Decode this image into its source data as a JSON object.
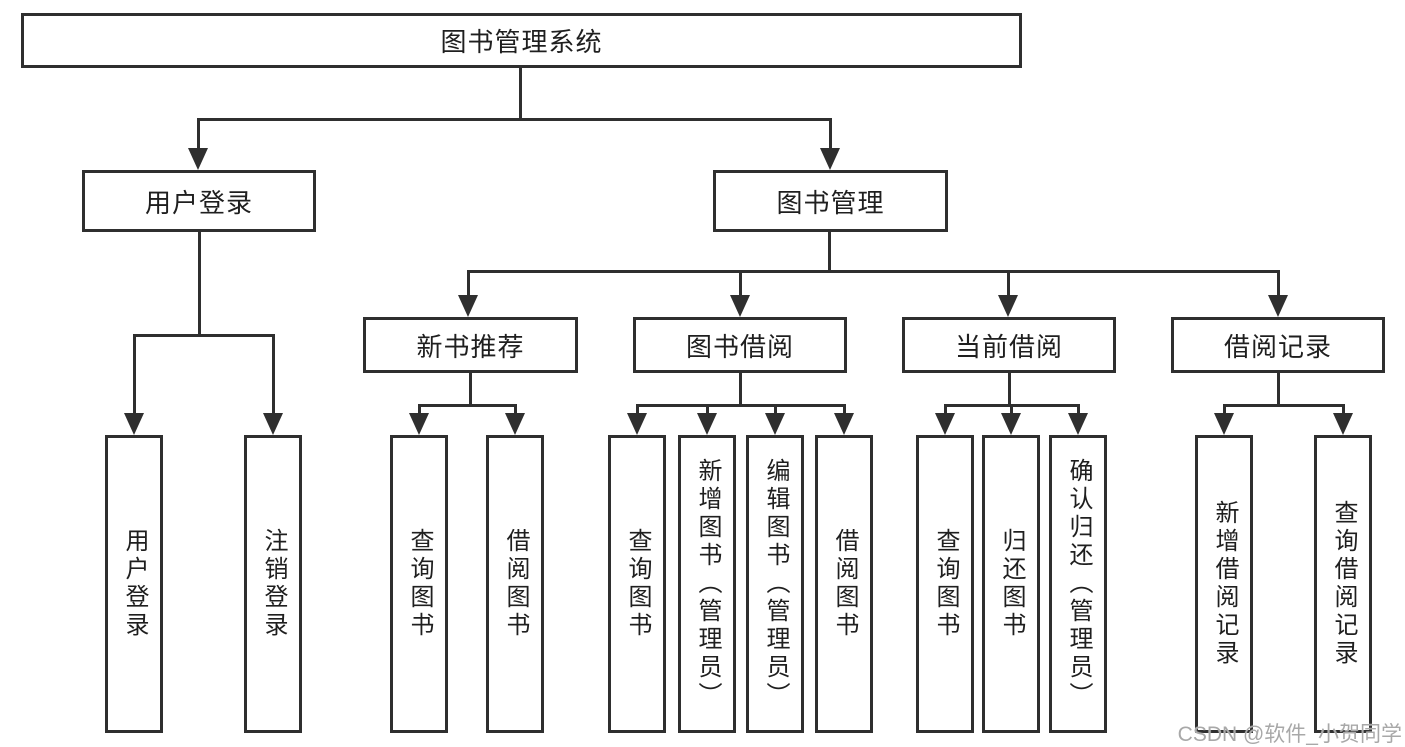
{
  "diagram": {
    "type": "hierarchy-tree",
    "root": {
      "label": "图书管理系统",
      "children": [
        {
          "label": "用户登录",
          "children": [
            {
              "label": "用户登录"
            },
            {
              "label": "注销登录"
            }
          ]
        },
        {
          "label": "图书管理",
          "children": [
            {
              "label": "新书推荐",
              "children": [
                {
                  "label": "查询图书"
                },
                {
                  "label": "借阅图书"
                }
              ]
            },
            {
              "label": "图书借阅",
              "children": [
                {
                  "label": "查询图书"
                },
                {
                  "label": "新增图书（管理员）"
                },
                {
                  "label": "编辑图书（管理员）"
                },
                {
                  "label": "借阅图书"
                }
              ]
            },
            {
              "label": "当前借阅",
              "children": [
                {
                  "label": "查询图书"
                },
                {
                  "label": "归还图书"
                },
                {
                  "label": "确认归还（管理员）"
                }
              ]
            },
            {
              "label": "借阅记录",
              "children": [
                {
                  "label": "新增借阅记录"
                },
                {
                  "label": "查询借阅记录"
                }
              ]
            }
          ]
        }
      ]
    }
  },
  "watermark": {
    "text": "CSDN @软件_小贺同学"
  },
  "colors": {
    "line": "#2f2f2f",
    "text": "#1f1f1f",
    "box_fill": "#ffffff",
    "background": "#ffffff",
    "watermark": "#a8a8a8"
  }
}
